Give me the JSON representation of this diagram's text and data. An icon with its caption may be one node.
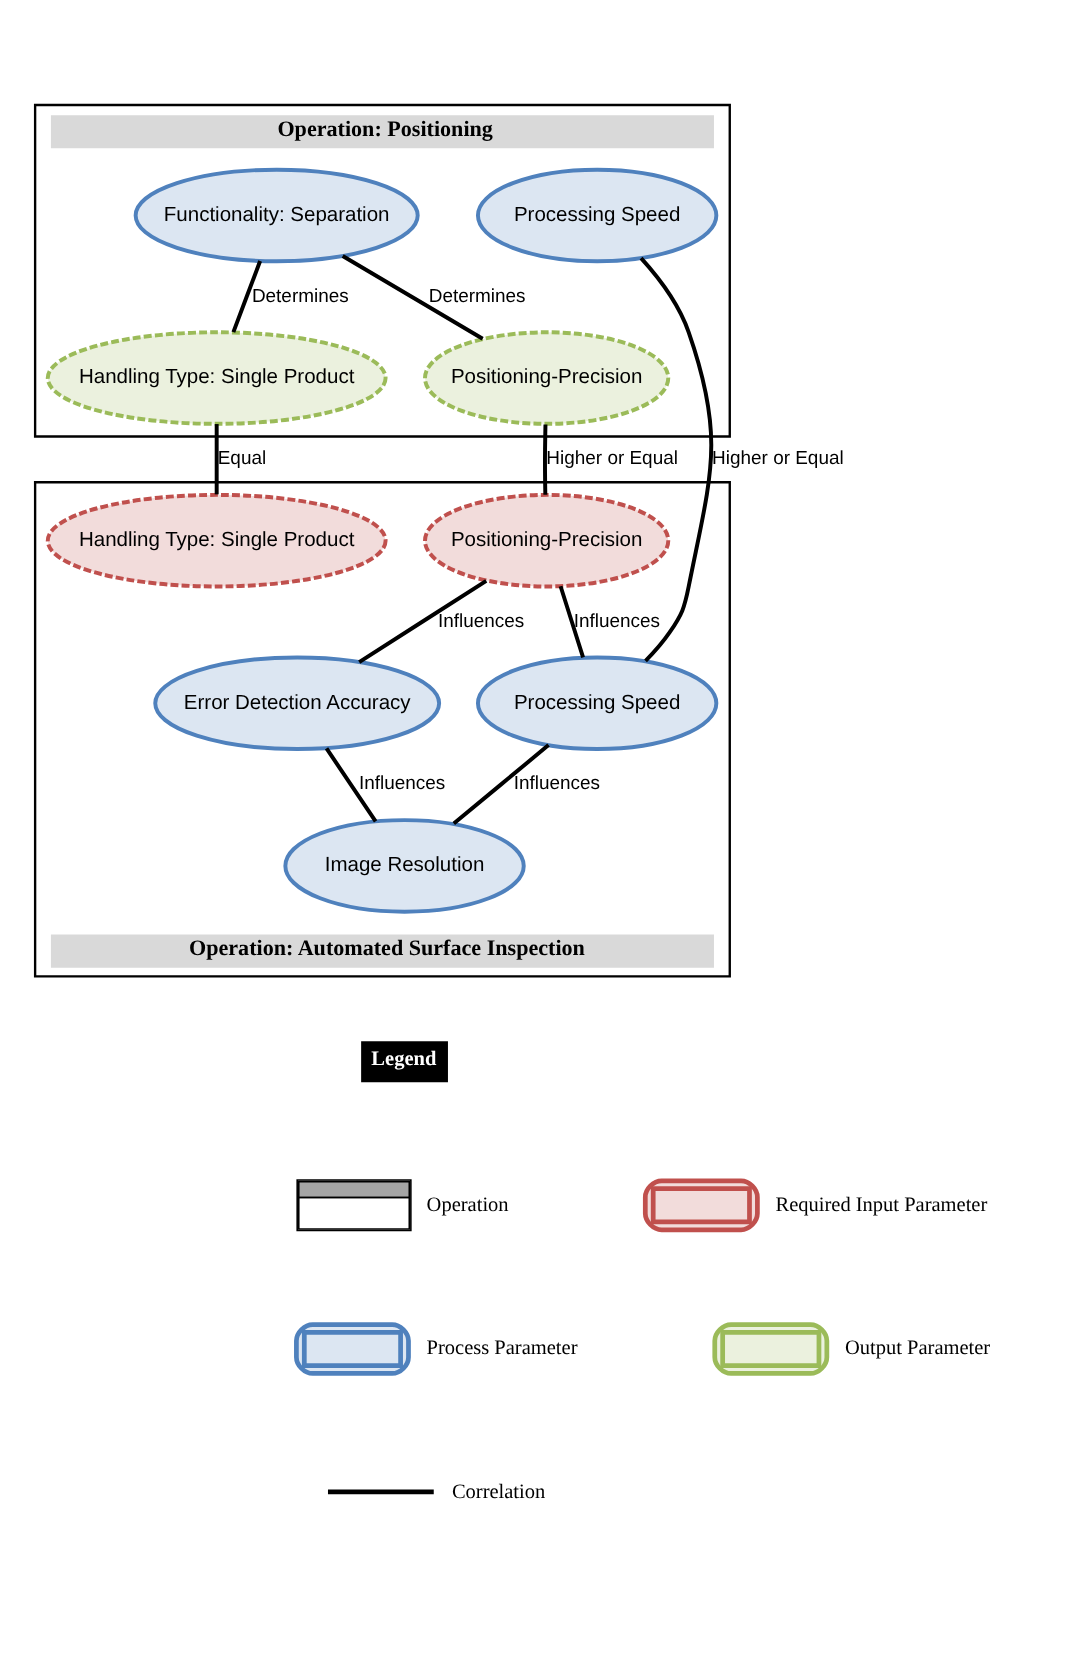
{
  "diagram": {
    "nodes": [
      {
        "text": [
          "Operation: Positioning"
        ]
      },
      {
        "text": [
          "Functionality: Separation"
        ],
        "in": 0
      },
      {
        "text": [
          "Processing Speed"
        ],
        "in": 0
      },
      {
        "text": [
          "Handling Type: Single Product"
        ],
        "in": 0
      },
      {
        "text": [
          "Positioning-Precision"
        ],
        "in": 0
      },
      {
        "text": [
          "Operation: Automated Surface Inspection"
        ]
      },
      {
        "text": [
          "Handling Type: Single Product"
        ],
        "in": 5
      },
      {
        "text": [
          "Positioning-Precision"
        ],
        "in": 5
      },
      {
        "text": [
          "Error Detection Accuracy"
        ],
        "in": 5
      },
      {
        "text": [
          "Processing Speed"
        ],
        "in": 5
      },
      {
        "text": [
          "Image Resolution"
        ],
        "in": 5
      }
    ],
    "edges": [
      {
        "from": 1,
        "to": 3,
        "arrow": "none",
        "label": "Determines"
      },
      {
        "from": 1,
        "to": 4,
        "arrow": "none",
        "label": "Determines"
      },
      {
        "from": 3,
        "to": 6,
        "arrow": "none",
        "label": "Equal"
      },
      {
        "from": 4,
        "to": 7,
        "arrow": "none",
        "label": "Higher or Equal"
      },
      {
        "from": 2,
        "to": 9,
        "arrow": "none",
        "label": "Higher or Equal"
      },
      {
        "from": 7,
        "to": 8,
        "arrow": "none",
        "label": "Influences"
      },
      {
        "from": 7,
        "to": 9,
        "arrow": "none",
        "label": "Influences"
      },
      {
        "from": 8,
        "to": 10,
        "arrow": "none",
        "label": "Influences"
      },
      {
        "from": 10,
        "to": 9,
        "arrow": "none",
        "label": "Influences"
      }
    ],
    "labels": [
      "Legend"
    ],
    "legend": [
      {
        "text": "Operation"
      },
      {
        "text": "Required Input Parameter"
      },
      {
        "text": "Process Parameter"
      },
      {
        "text": "Output Parameter"
      },
      {
        "text": "Correlation"
      }
    ]
  }
}
